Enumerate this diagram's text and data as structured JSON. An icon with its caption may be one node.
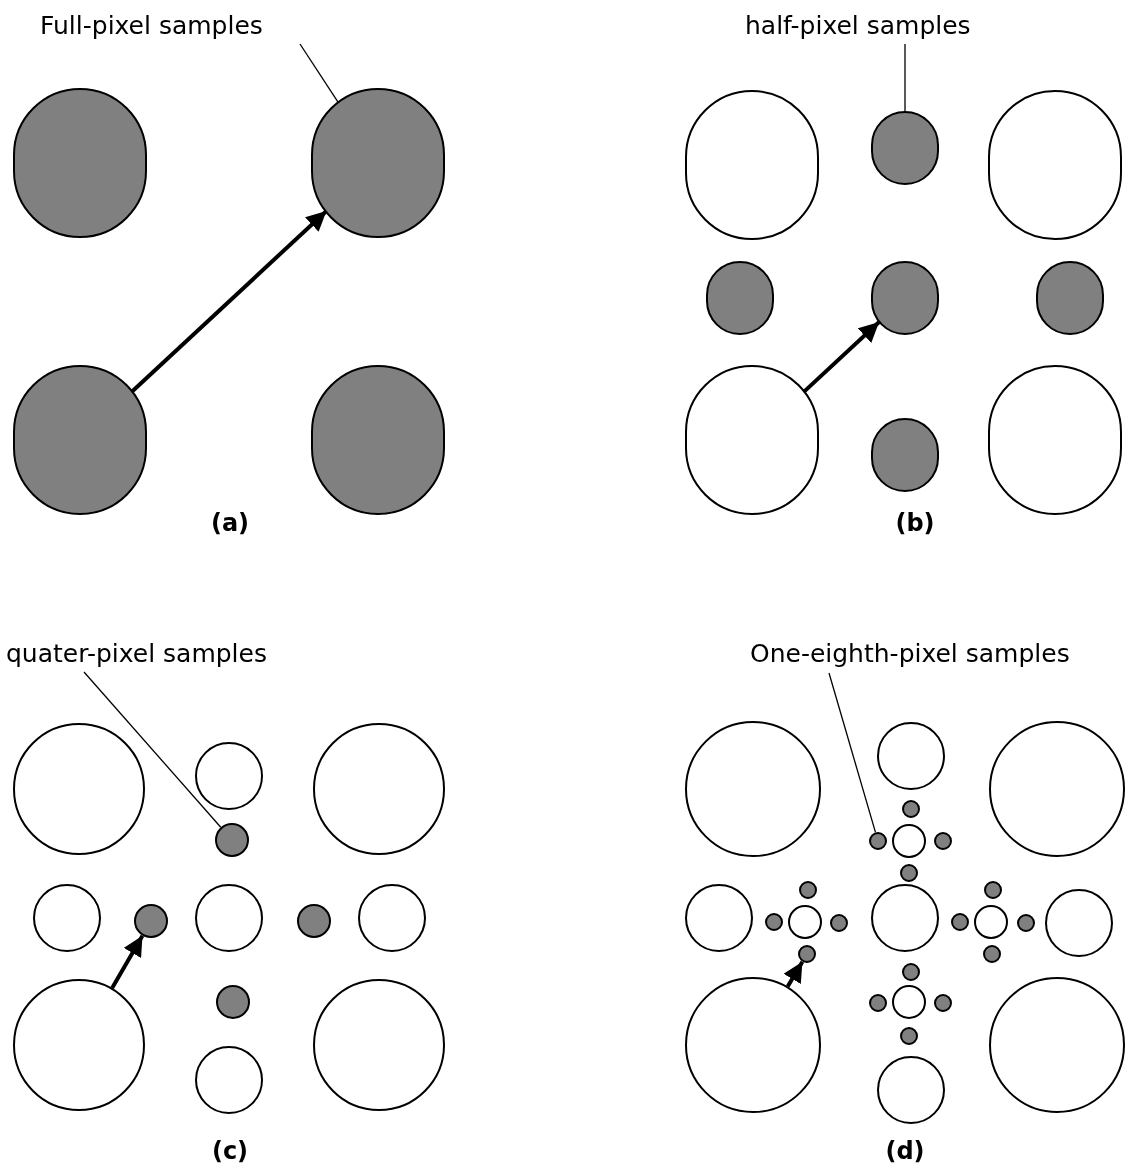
{
  "diagram": {
    "nodes": [
      {
        "text": [
          "Full-pixel samples"
        ]
      },
      {
        "text": [],
        "shape": "circle"
      },
      {
        "text": [],
        "shape": "circle"
      },
      {
        "text": [],
        "shape": "circle"
      },
      {
        "text": [],
        "shape": "circle"
      },
      {
        "text": [
          "half-pixel samples"
        ]
      },
      {
        "text": [],
        "shape": "circle"
      },
      {
        "text": [],
        "shape": "circle"
      },
      {
        "text": [],
        "shape": "circle"
      },
      {
        "text": [],
        "shape": "circle"
      },
      {
        "text": [],
        "shape": "circle"
      },
      {
        "text": [],
        "shape": "circle"
      },
      {
        "text": [],
        "shape": "circle"
      },
      {
        "text": [],
        "shape": "circle"
      },
      {
        "text": [],
        "shape": "circle"
      },
      {
        "text": [
          "quater-pixel samples"
        ]
      },
      {
        "text": [],
        "shape": "circle"
      },
      {
        "text": [],
        "shape": "circle"
      },
      {
        "text": [],
        "shape": "circle"
      },
      {
        "text": [],
        "shape": "circle"
      },
      {
        "text": [],
        "shape": "circle"
      },
      {
        "text": [],
        "shape": "circle"
      },
      {
        "text": [],
        "shape": "circle"
      },
      {
        "text": [],
        "shape": "circle"
      },
      {
        "text": [],
        "shape": "circle"
      },
      {
        "text": [],
        "shape": "circle"
      },
      {
        "text": [],
        "shape": "circle"
      },
      {
        "text": [],
        "shape": "circle"
      },
      {
        "text": [],
        "shape": "circle"
      },
      {
        "text": [
          "One-eighth-pixel samples"
        ]
      },
      {
        "text": [],
        "shape": "circle"
      },
      {
        "text": [],
        "shape": "circle"
      },
      {
        "text": [],
        "shape": "circle"
      },
      {
        "text": [],
        "shape": "circle"
      },
      {
        "text": [],
        "shape": "circle"
      },
      {
        "text": [],
        "shape": "circle"
      },
      {
        "text": [],
        "shape": "circle"
      },
      {
        "text": [],
        "shape": "circle"
      },
      {
        "text": [],
        "shape": "circle"
      },
      {
        "text": [],
        "shape": "circle"
      },
      {
        "text": [],
        "shape": "circle"
      },
      {
        "text": [],
        "shape": "circle"
      },
      {
        "text": [],
        "shape": "circle"
      },
      {
        "text": [],
        "shape": "circle"
      },
      {
        "text": [],
        "shape": "circle"
      },
      {
        "text": [],
        "shape": "circle"
      },
      {
        "text": [],
        "shape": "circle"
      },
      {
        "text": [],
        "shape": "circle"
      },
      {
        "text": [],
        "shape": "circle"
      },
      {
        "text": [],
        "shape": "circle"
      },
      {
        "text": [],
        "shape": "circle"
      },
      {
        "text": [],
        "shape": "circle"
      },
      {
        "text": [],
        "shape": "circle"
      },
      {
        "text": [],
        "shape": "circle"
      },
      {
        "text": [],
        "shape": "circle"
      },
      {
        "text": [],
        "shape": "circle"
      },
      {
        "text": [],
        "shape": "circle"
      },
      {
        "text": [],
        "shape": "circle"
      },
      {
        "text": [],
        "shape": "circle"
      }
    ],
    "edges": [
      {
        "from": 0,
        "to": 2,
        "arrow": "none"
      },
      {
        "from": 3,
        "to": 2,
        "arrow": "to",
        "style": "thick"
      },
      {
        "from": 5,
        "to": 7,
        "arrow": "none"
      },
      {
        "from": 12,
        "to": 10,
        "arrow": "to",
        "style": "thick"
      },
      {
        "from": 15,
        "to": 19,
        "arrow": "none"
      },
      {
        "from": 25,
        "to": 21,
        "arrow": "to",
        "style": "thick"
      },
      {
        "from": 29,
        "to": 34,
        "arrow": "none"
      },
      {
        "from": 51,
        "to": 49,
        "arrow": "to",
        "style": "thick"
      }
    ],
    "labels": [
      "(a)",
      "(b)",
      "(c)",
      "(d)"
    ]
  }
}
